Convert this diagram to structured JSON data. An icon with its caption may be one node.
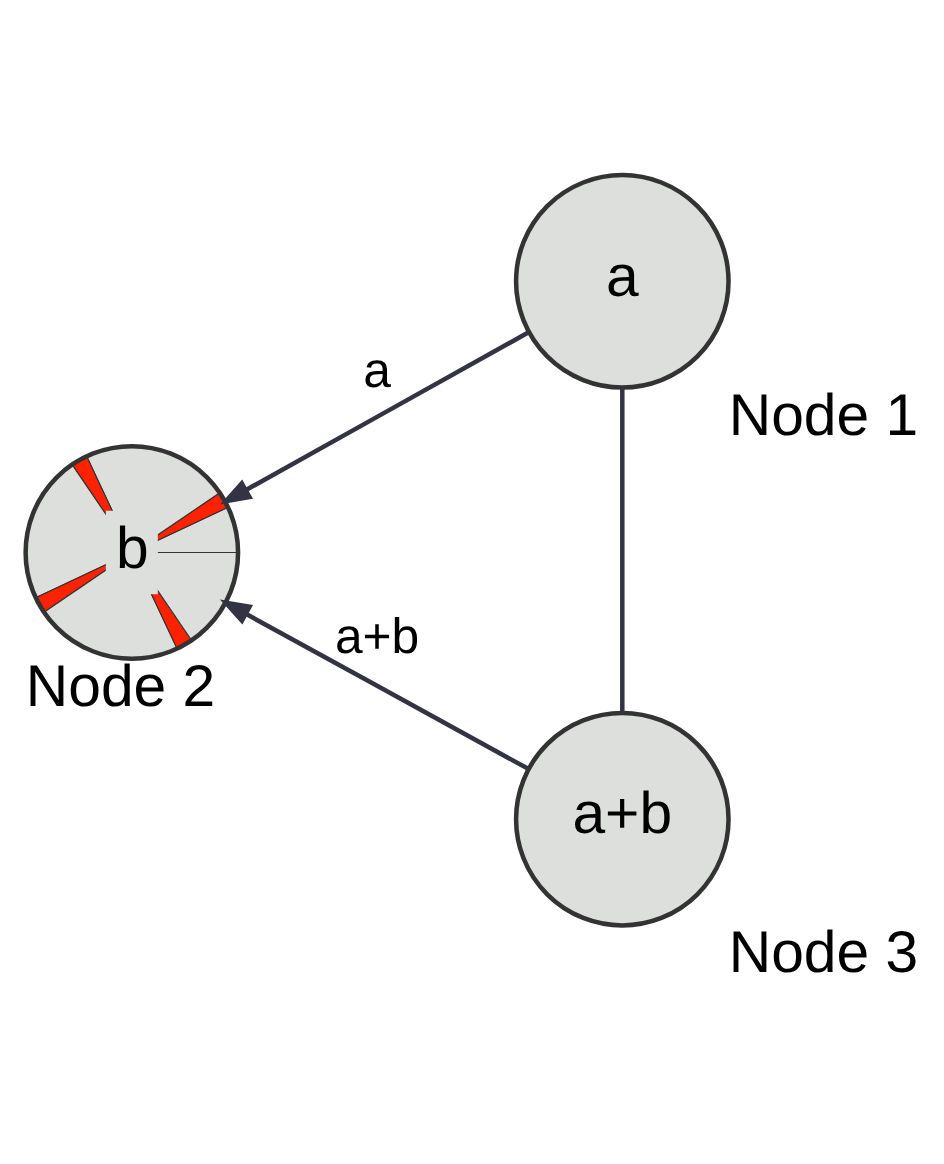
{
  "diagram": {
    "nodes": [
      {
        "text": [
          "a"
        ],
        "beside": [
          "Node 1"
        ]
      },
      {
        "text": [
          "b"
        ],
        "beside": [
          "Node 2"
        ]
      },
      {
        "text": [
          "a+b"
        ],
        "beside": [
          "Node 3"
        ]
      }
    ],
    "edges": [
      {
        "from": 0,
        "to": 1,
        "arrow": "to",
        "label": "a"
      },
      {
        "from": 2,
        "to": 1,
        "arrow": "to",
        "label": "a+b"
      },
      {
        "from": 0,
        "to": 2,
        "arrow": "none"
      }
    ]
  }
}
